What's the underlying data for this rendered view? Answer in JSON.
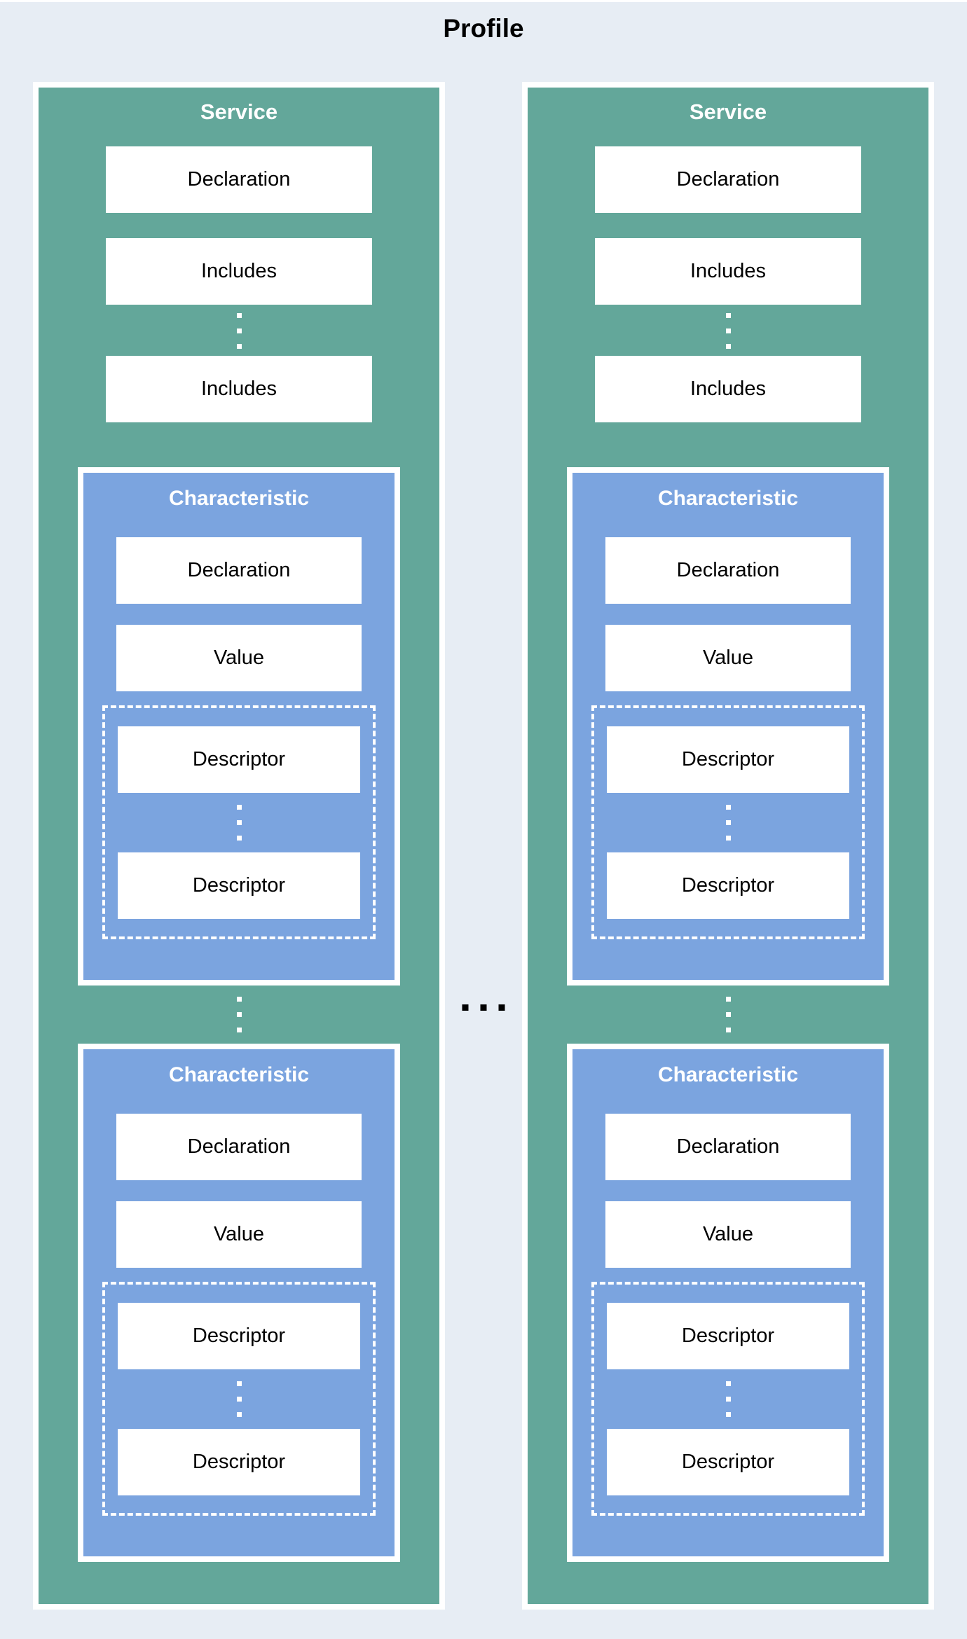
{
  "title": "Profile",
  "colors": {
    "page-bg": "#E7EDF4",
    "service-green": "#63A79A",
    "characteristic-blue": "#7BA4DF",
    "box-white": "#FFFFFF",
    "text-dark": "#000000",
    "text-light": "#FFFFFF"
  },
  "services": [
    {
      "title": "Service",
      "declaration": "Declaration",
      "includes": [
        "Includes",
        "Includes"
      ],
      "characteristics": [
        {
          "title": "Characteristic",
          "declaration": "Declaration",
          "value": "Value",
          "descriptors": [
            "Descriptor",
            "Descriptor"
          ]
        },
        {
          "title": "Characteristic",
          "declaration": "Declaration",
          "value": "Value",
          "descriptors": [
            "Descriptor",
            "Descriptor"
          ]
        }
      ]
    },
    {
      "title": "Service",
      "declaration": "Declaration",
      "includes": [
        "Includes",
        "Includes"
      ],
      "characteristics": [
        {
          "title": "Characteristic",
          "declaration": "Declaration",
          "value": "Value",
          "descriptors": [
            "Descriptor",
            "Descriptor"
          ]
        },
        {
          "title": "Characteristic",
          "declaration": "Declaration",
          "value": "Value",
          "descriptors": [
            "Descriptor",
            "Descriptor"
          ]
        }
      ]
    }
  ]
}
